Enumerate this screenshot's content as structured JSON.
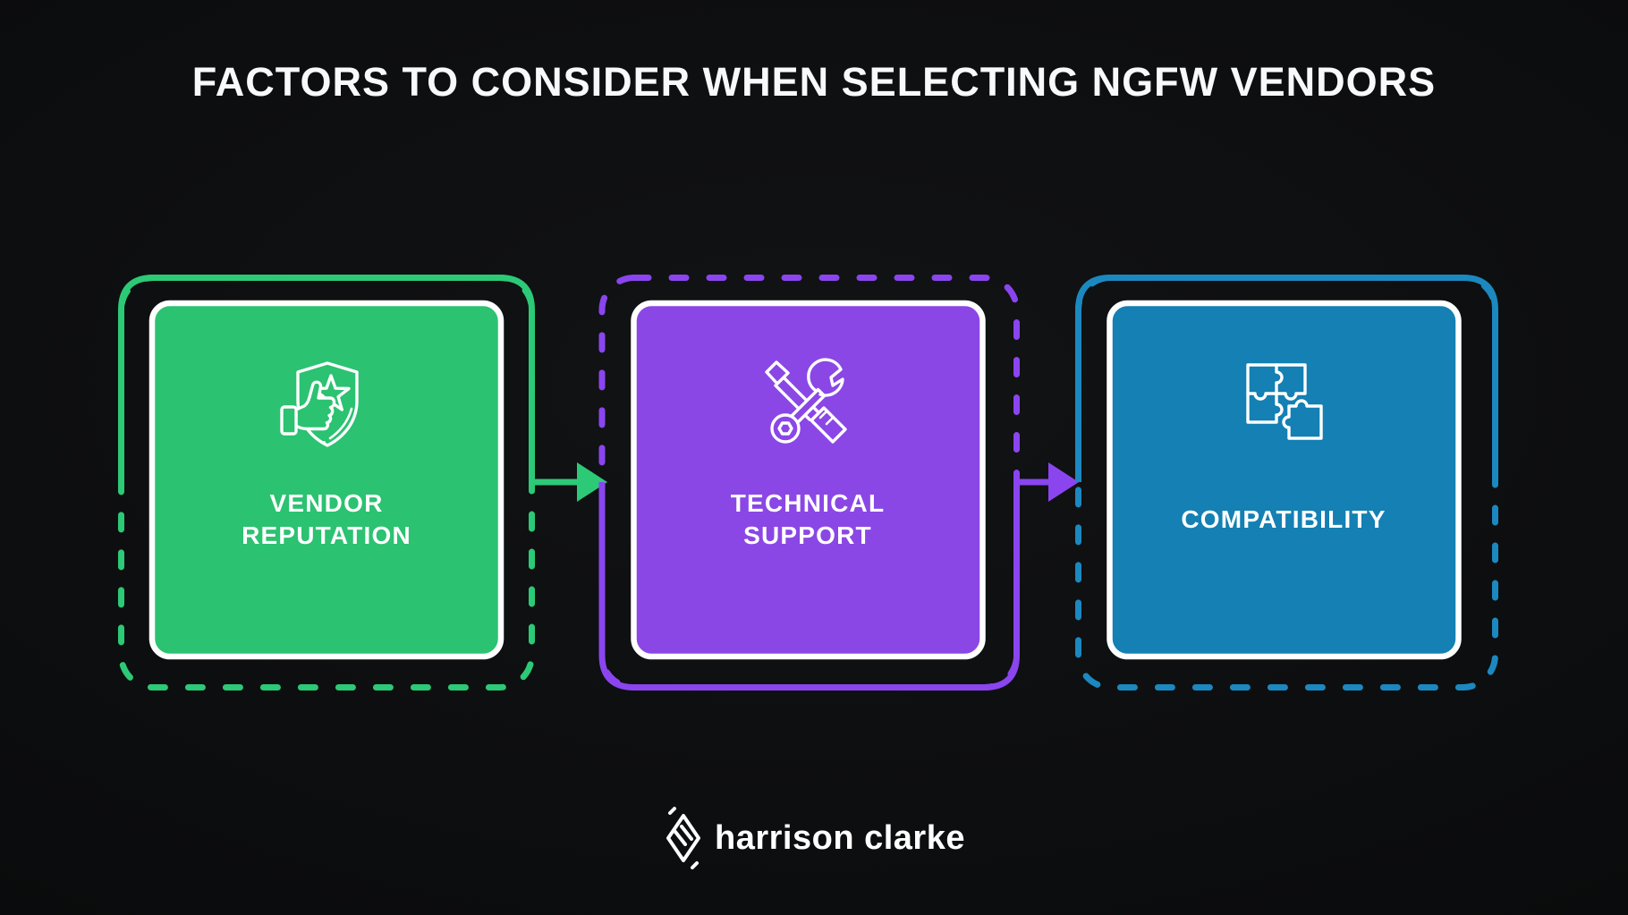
{
  "title": "FACTORS TO CONSIDER WHEN SELECTING NGFW VENDORS",
  "cards": [
    {
      "label_lines": [
        "VENDOR",
        "REPUTATION"
      ],
      "icon": "shield-star-thumbs-up-icon",
      "colors": {
        "fill": "#2BC271",
        "line": "#2CC977"
      }
    },
    {
      "label_lines": [
        "TECHNICAL",
        "SUPPORT"
      ],
      "icon": "crossed-wrench-screwdriver-icon",
      "colors": {
        "fill": "#8A47E6",
        "line": "#8A45EF"
      }
    },
    {
      "label_lines": [
        "COMPATIBILITY"
      ],
      "icon": "puzzle-pieces-icon",
      "colors": {
        "fill": "#1480B3",
        "line": "#1C88C0"
      }
    }
  ],
  "footer": {
    "brand": "harrison clarke",
    "brand_icon": "diamond-s-icon"
  },
  "colors": {
    "background": "#0B0C0D",
    "title_text": "#F8F9FA",
    "label_text": "#FFFFFF",
    "card_border": "#FFFFFF",
    "icon_stroke": "#FFFFFF"
  }
}
